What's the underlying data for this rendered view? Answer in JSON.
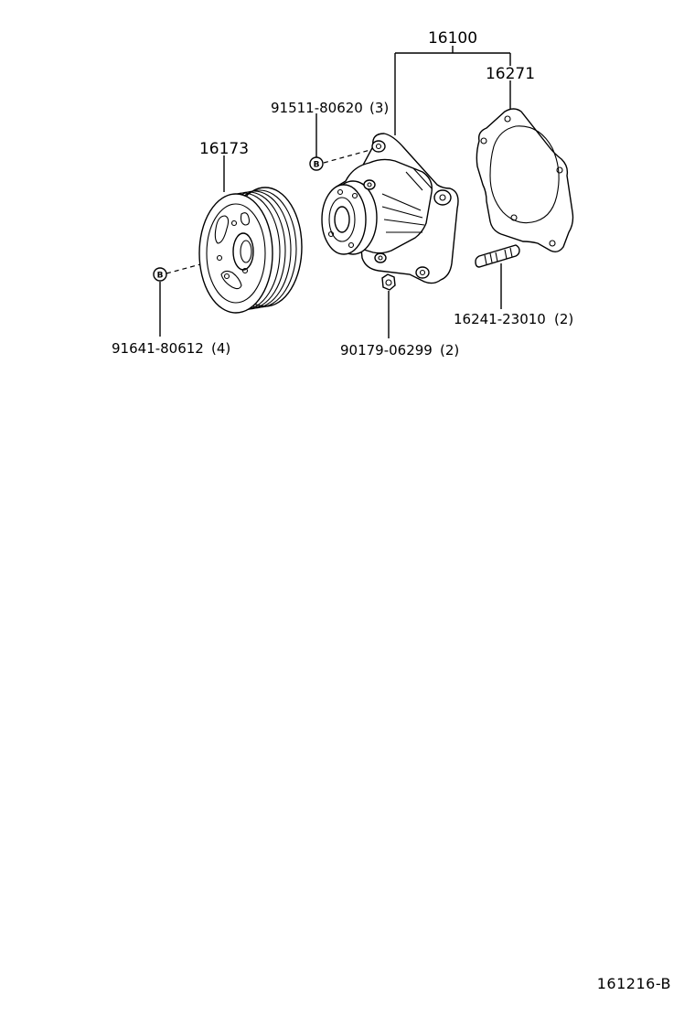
{
  "diagram": {
    "figure_code": "161216-B",
    "parts": {
      "assembly": {
        "part_no": "16100"
      },
      "gasket": {
        "part_no": "16271"
      },
      "pulley": {
        "part_no": "16173"
      },
      "pump_bolt": {
        "part_no": "91511-80620",
        "qty": "(3)",
        "marker": "B"
      },
      "pulley_bolt": {
        "part_no": "91641-80612",
        "qty": "(4)",
        "marker": "B"
      },
      "nut": {
        "part_no": "90179-06299",
        "qty": "(2)"
      },
      "stud": {
        "part_no": "16241-23010",
        "qty": "(2)"
      }
    }
  }
}
